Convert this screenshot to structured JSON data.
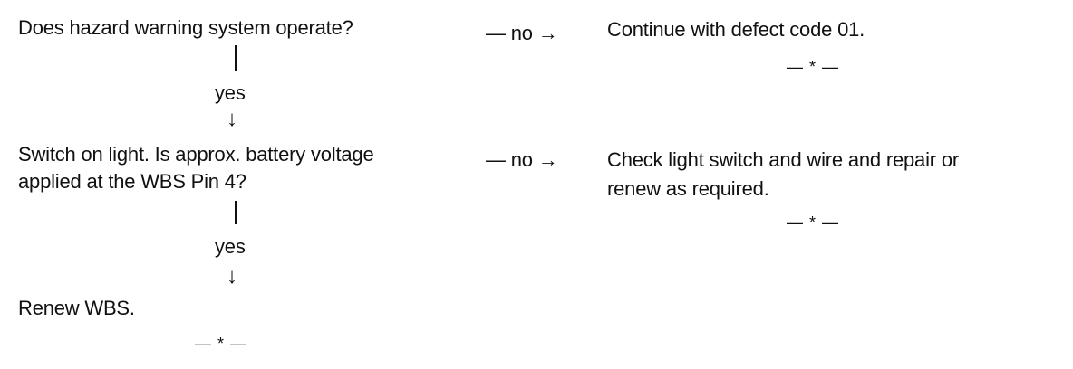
{
  "steps": [
    {
      "question_lines": [
        "Does hazard warning system operate?"
      ],
      "branch_no": "— no →",
      "no_lines": [
        "Continue with defect code 01."
      ],
      "no_end": "— * —",
      "branch_yes": "yes",
      "down_arrow": "↓"
    },
    {
      "question_lines": [
        "Switch on light. Is approx. battery voltage",
        "applied at the WBS Pin 4?"
      ],
      "branch_no": "— no →",
      "no_lines": [
        "Check light switch and wire and repair or",
        "renew as required."
      ],
      "no_end": "— * —",
      "branch_yes": "yes",
      "down_arrow": "↓"
    }
  ],
  "final": {
    "text": "Renew WBS.",
    "end": "— * —"
  }
}
